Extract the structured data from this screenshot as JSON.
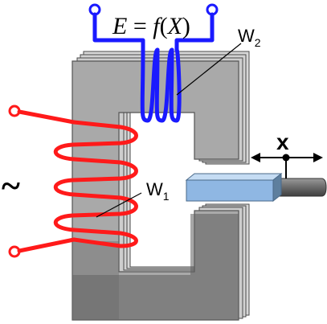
{
  "labels": {
    "formula": {
      "lhs": "E",
      "eq": " = ",
      "func": "f",
      "open": "(",
      "arg": "X",
      "close": ")"
    },
    "winding_primary": {
      "main": "W",
      "sub": "1"
    },
    "winding_secondary": {
      "main": "W",
      "sub": "2"
    },
    "displacement": "x",
    "ac_source": "~"
  },
  "colors": {
    "core_front": "#a9a9a9",
    "core_side": "#d7d7d7",
    "core_shadow": "#5f5f5f",
    "primary_coil": "#ff1a1a",
    "secondary_coil": "#1a1aff",
    "armature_top": "#c5dcf3",
    "armature_front": "#8fb7e3",
    "rod": "#6b6b6b"
  }
}
